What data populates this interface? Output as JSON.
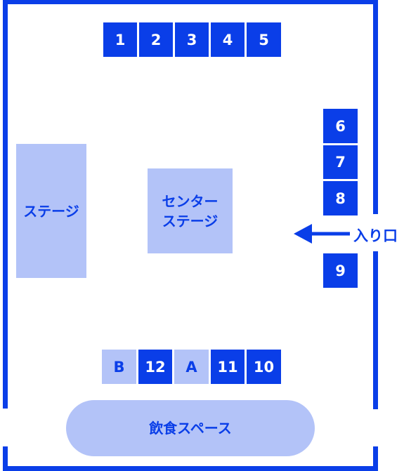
{
  "colors": {
    "wall": "#0a3ee8",
    "booth_dark": "#0a3ee8",
    "booth_light": "#b3c3f8",
    "text_dark": "#ffffff",
    "text_light": "#0a3ee8"
  },
  "booths": {
    "b1": "1",
    "b2": "2",
    "b3": "3",
    "b4": "4",
    "b5": "5",
    "b6": "6",
    "b7": "7",
    "b8": "8",
    "b9": "9",
    "b10": "10",
    "b11": "11",
    "b12": "12",
    "bA": "A",
    "bB": "B"
  },
  "zones": {
    "stage": "ステージ",
    "center_stage_line1": "センター",
    "center_stage_line2": "ステージ",
    "food_space": "飲食スペース"
  },
  "entrance": {
    "label": "入り口",
    "icon": "arrow-left-icon"
  }
}
